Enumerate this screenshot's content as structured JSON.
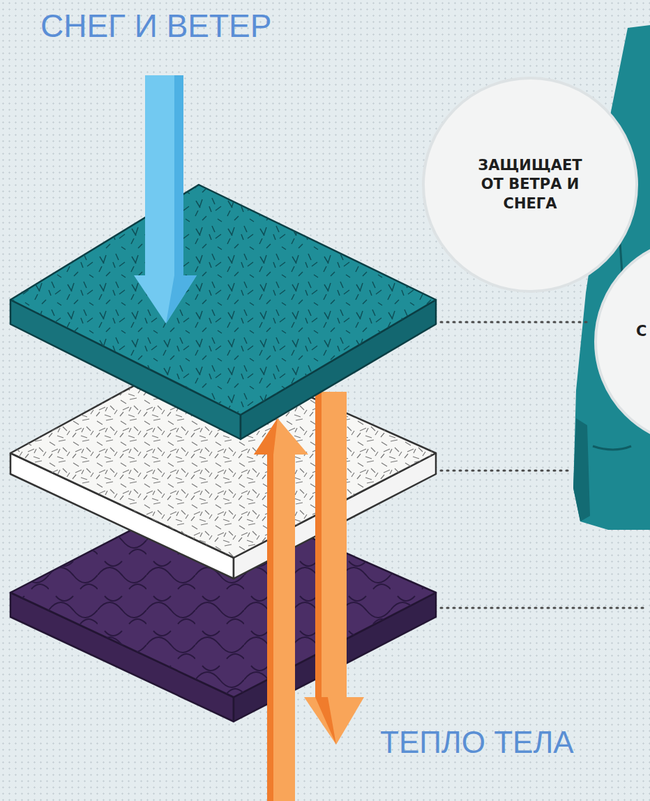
{
  "diagram": {
    "nodes": [
      {
        "text": [
          "ЗАЩИЩАЕТ ОТ ВЕТРА И СНЕГА"
        ]
      },
      {
        "text": [
          "С"
        ]
      }
    ],
    "labels": [
      "СНЕГ И ВЕТЕР",
      "ТЕПЛО ТЕЛА"
    ]
  }
}
